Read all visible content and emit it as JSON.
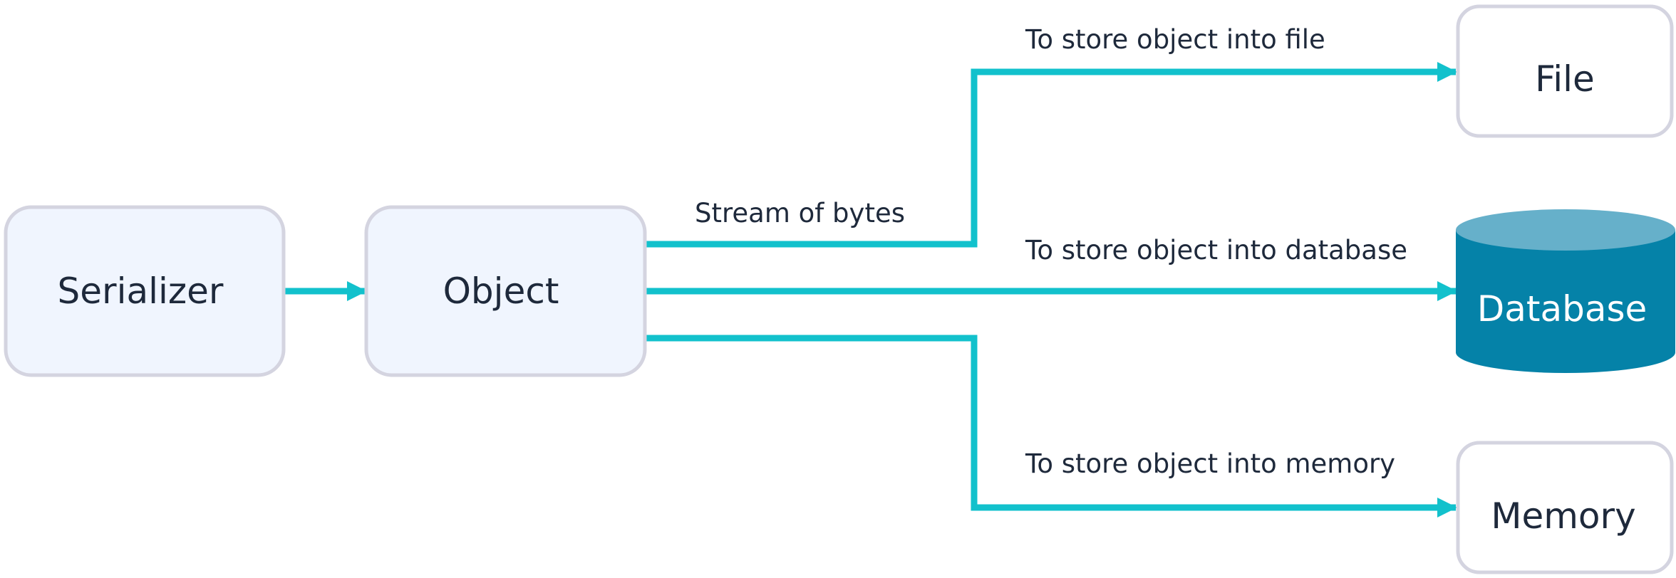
{
  "colors": {
    "connector": "#12c1cc",
    "box_fill_blue": "#f0f5fe",
    "box_fill_white": "#ffffff",
    "box_border": "#d4d4e0",
    "database_body": "#0582a8",
    "database_top": "#66b0ca",
    "text": "#1e293b"
  },
  "nodes": {
    "serializer": "Serializer",
    "object": "Object",
    "file": "File",
    "database": "Database",
    "memory": "Memory"
  },
  "edges": {
    "stream": "Stream of bytes",
    "to_file": "To store object into file",
    "to_database": "To store object into database",
    "to_memory": "To store object into memory"
  }
}
